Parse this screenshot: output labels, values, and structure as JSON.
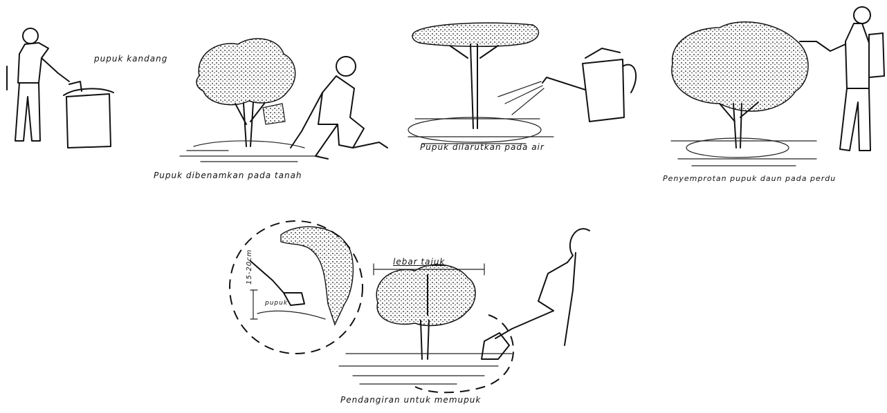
{
  "labels": {
    "pupuk_kandang": "pupuk kandang",
    "dibenamkan_tanah": "Pupuk dibenamkan pada tanah",
    "dilarutkan_air": "Pupuk dilarutkan pada air",
    "penyemprotan_daun": "Penyemprotan pupuk daun pada perdu",
    "pendangiran": "Pendangiran untuk memupuk",
    "lebar_tajuk": "lebar tajuk",
    "kedalaman": "15-20cm",
    "pupuk_kecil": "pupuk"
  },
  "colors": {
    "ink": "#111111",
    "paper": "#ffffff"
  }
}
